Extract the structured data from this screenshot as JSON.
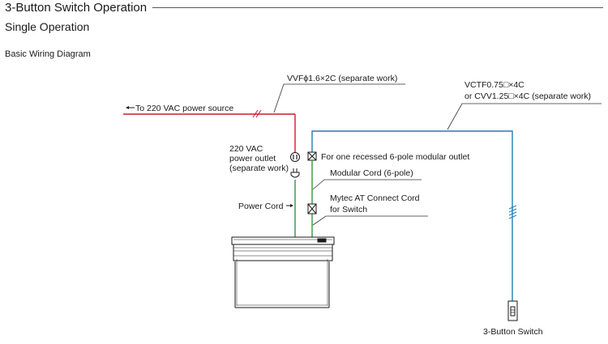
{
  "header": {
    "title": "3-Button Switch Operation",
    "subtitle": "Single Operation",
    "section": "Basic Wiring Diagram"
  },
  "diagram": {
    "labels": {
      "power_source": "To 220 VAC power source",
      "vvf_cable": "VVFϕ1.6×2C (separate work)",
      "vctf_line1": "VCTF0.75□×4C",
      "vctf_line2": "or CVV1.25□×4C (separate work)",
      "outlet_line1": "220 VAC",
      "outlet_line2": "power outlet",
      "outlet_line3": "(separate work)",
      "modular_outlet": "For one recessed 6-pole modular outlet",
      "modular_cord": "Modular Cord (6-pole)",
      "power_cord": "Power Cord",
      "connect_cord_line1": "Mytec AT Connect Cord",
      "connect_cord_line2": "for Switch",
      "switch": "3-Button Switch"
    },
    "colors": {
      "power_line": "#cc1f2a",
      "signal_line": "#1f7fb4",
      "cord_line": "#2e9a3c",
      "drawing": "#333333"
    }
  }
}
